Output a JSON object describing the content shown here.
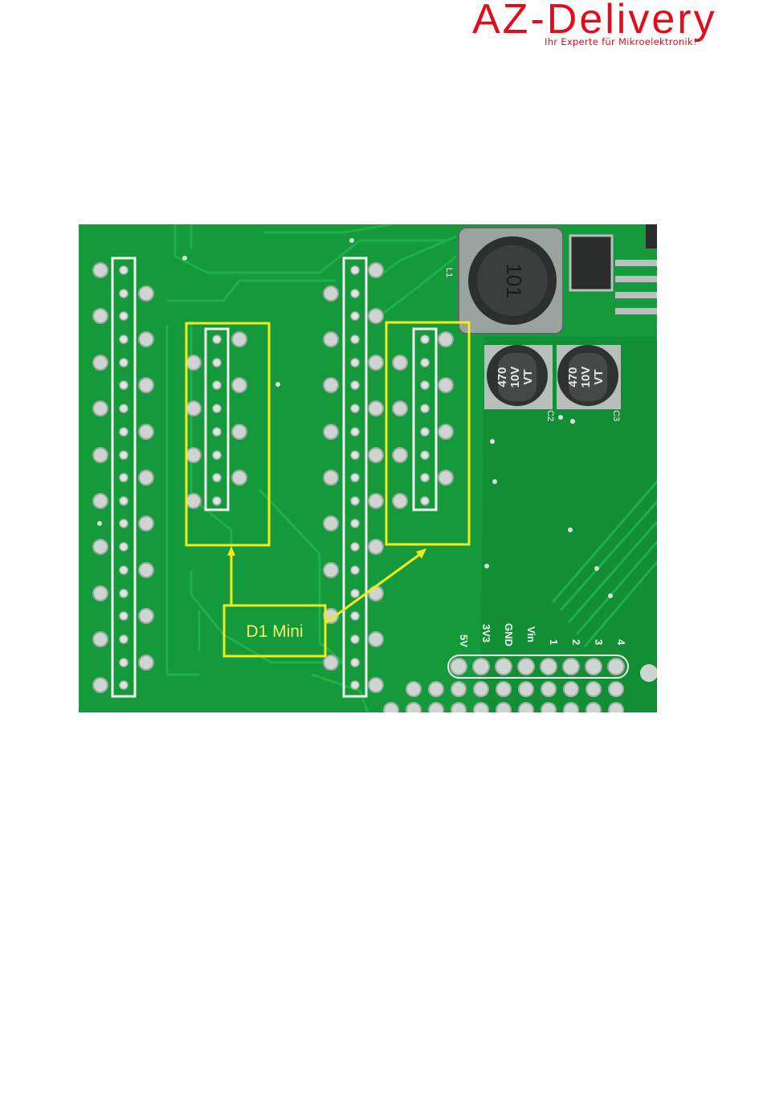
{
  "brand": {
    "name": "AZ-Delivery",
    "tagline": "Ihr Experte für Mikroelektronik!",
    "color": "#e30b1c"
  },
  "photo": {
    "board_color": "#149a3a",
    "highlight_color": "#f2ec1a",
    "callout_label": "D1 Mini",
    "inductor_marking": "101",
    "inductor_ref": "L1",
    "cap_left": {
      "line1": "470",
      "line2": "10V",
      "line3": "VT",
      "ref": "C2"
    },
    "cap_right": {
      "line1": "470",
      "line2": "10V",
      "line3": "VT",
      "ref": "C3"
    },
    "header_pins": [
      "5V",
      "3V3",
      "GND",
      "Vin",
      "1",
      "2",
      "3",
      "4"
    ]
  }
}
